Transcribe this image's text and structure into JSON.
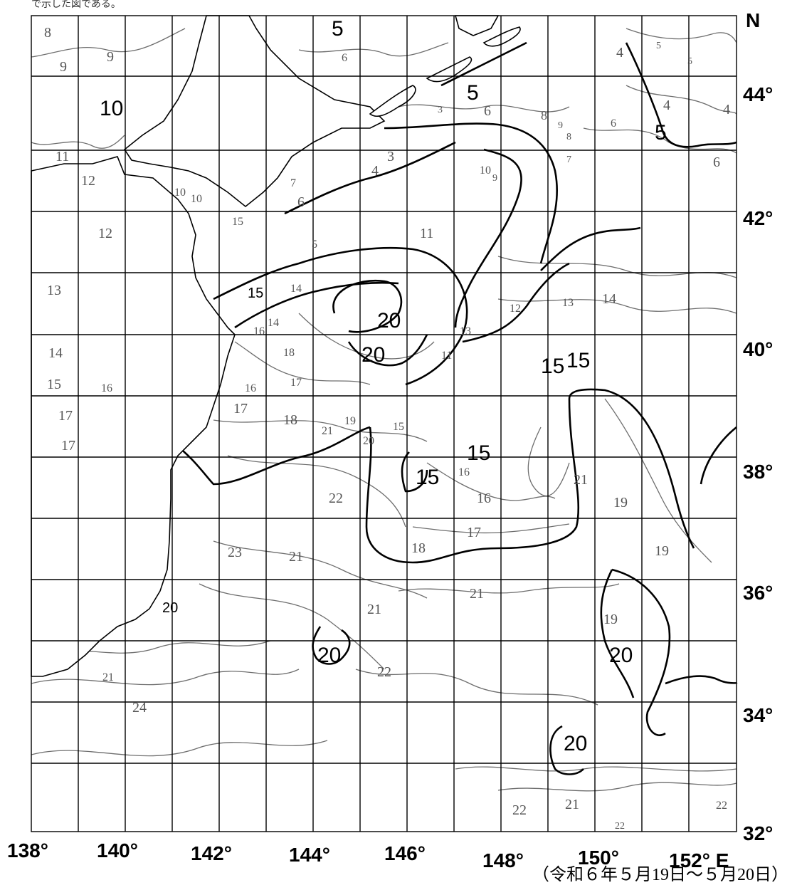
{
  "top_caption": "で示した図である。",
  "date_caption": "（令和６年５月19日～５月20日）",
  "lon_labels": [
    "138°",
    "140°",
    "142°",
    "144°",
    "146°",
    "148°",
    "150°",
    "152° E"
  ],
  "lat_labels": [
    "N",
    "44°",
    "42°",
    "40°",
    "38°",
    "36°",
    "34°",
    "32°"
  ],
  "isotherm_labels": {
    "thin": [
      "8",
      "9",
      "9",
      "11",
      "12",
      "12",
      "13",
      "14",
      "15",
      "16",
      "17",
      "17",
      "6",
      "3",
      "4",
      "3",
      "6",
      "10",
      "10",
      "15",
      "5",
      "11",
      "14",
      "16",
      "14",
      "18",
      "16",
      "17",
      "17",
      "18",
      "19",
      "21",
      "20",
      "15",
      "12",
      "13",
      "14",
      "13",
      "11",
      "16",
      "16",
      "17",
      "18",
      "21",
      "19",
      "19",
      "22",
      "23",
      "21",
      "21",
      "21",
      "22",
      "19",
      "24",
      "21",
      "22",
      "21",
      "22",
      "22",
      "7",
      "4",
      "4",
      "4",
      "6",
      "8",
      "9",
      "8",
      "7",
      "6",
      "10",
      "9",
      "5",
      "5",
      "6"
    ],
    "thick": [
      "10",
      "5",
      "5",
      "5",
      "20",
      "20",
      "15",
      "15",
      "15",
      "15",
      "15",
      "20",
      "20",
      "20",
      "20"
    ]
  },
  "colors": {
    "land_line": "#000000",
    "thin_isotherm": "#6e6e6e",
    "grid": "#000000",
    "background": "#ffffff"
  }
}
